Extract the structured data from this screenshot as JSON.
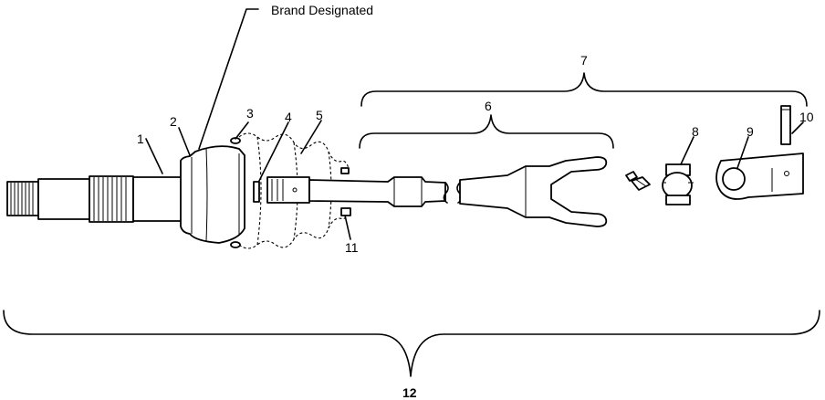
{
  "diagram": {
    "header_label": "Brand Designated",
    "callouts": {
      "c1": "1",
      "c2": "2",
      "c3": "3",
      "c4": "4",
      "c5": "5",
      "c6": "6",
      "c7": "7",
      "c8": "8",
      "c9": "9",
      "c10": "10",
      "c11": "11",
      "c12": "12"
    }
  }
}
